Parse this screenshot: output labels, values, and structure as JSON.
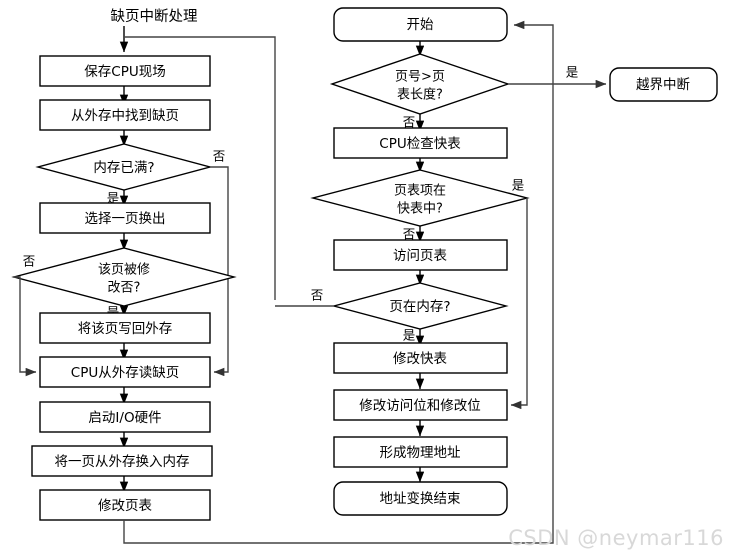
{
  "diagram": {
    "title_left": "缺页中断处理",
    "watermark": "CSDN @neymar116",
    "labels": {
      "yes": "是",
      "no": "否"
    },
    "left_column": [
      {
        "id": "save-cpu",
        "text": "保存CPU现场",
        "shape": "process"
      },
      {
        "id": "find-page",
        "text": "从外存中找到缺页",
        "shape": "process"
      },
      {
        "id": "mem-full",
        "text": "内存已满?",
        "shape": "decision"
      },
      {
        "id": "select-page-out",
        "text": "选择一页换出",
        "shape": "process"
      },
      {
        "id": "page-modified",
        "text": "该页被修\n改否?",
        "shape": "decision"
      },
      {
        "id": "write-back",
        "text": "将该页写回外存",
        "shape": "process"
      },
      {
        "id": "cpu-read-page",
        "text": "CPU从外存读缺页",
        "shape": "process"
      },
      {
        "id": "start-io",
        "text": "启动I/O硬件",
        "shape": "process"
      },
      {
        "id": "swap-in",
        "text": "将一页从外存换入内存",
        "shape": "process"
      },
      {
        "id": "update-pagetable",
        "text": "修改页表",
        "shape": "process"
      }
    ],
    "right_column": [
      {
        "id": "start",
        "text": "开始",
        "shape": "terminator"
      },
      {
        "id": "pageno-gt-len",
        "text": "页号>页\n表长度?",
        "shape": "decision"
      },
      {
        "id": "cpu-check-tlb",
        "text": "CPU检查快表",
        "shape": "process"
      },
      {
        "id": "entry-in-tlb",
        "text": "页表项在\n快表中?",
        "shape": "decision"
      },
      {
        "id": "access-pagetable",
        "text": "访问页表",
        "shape": "process"
      },
      {
        "id": "page-in-mem",
        "text": "页在内存?",
        "shape": "decision"
      },
      {
        "id": "update-tlb",
        "text": "修改快表",
        "shape": "process"
      },
      {
        "id": "update-bits",
        "text": "修改访问位和修改位",
        "shape": "process"
      },
      {
        "id": "form-address",
        "text": "形成物理地址",
        "shape": "process"
      },
      {
        "id": "end",
        "text": "地址变换结束",
        "shape": "terminator"
      }
    ],
    "side_nodes": [
      {
        "id": "out-of-bounds",
        "text": "越界中断",
        "shape": "terminator"
      }
    ],
    "edge_labels": [
      {
        "id": "mem-full-no",
        "text": "否"
      },
      {
        "id": "mem-full-yes",
        "text": "是"
      },
      {
        "id": "modified-no",
        "text": "否"
      },
      {
        "id": "modified-yes",
        "text": "是"
      },
      {
        "id": "pageno-yes",
        "text": "是"
      },
      {
        "id": "pageno-no",
        "text": "否"
      },
      {
        "id": "tlb-yes",
        "text": "是"
      },
      {
        "id": "tlb-no",
        "text": "否"
      },
      {
        "id": "page-in-mem-no",
        "text": "否"
      },
      {
        "id": "page-in-mem-yes",
        "text": "是"
      }
    ],
    "colors": {
      "stroke": "#000000",
      "connector": "#444444",
      "fill": "#ffffff",
      "watermark": "#d8d8d8"
    }
  }
}
